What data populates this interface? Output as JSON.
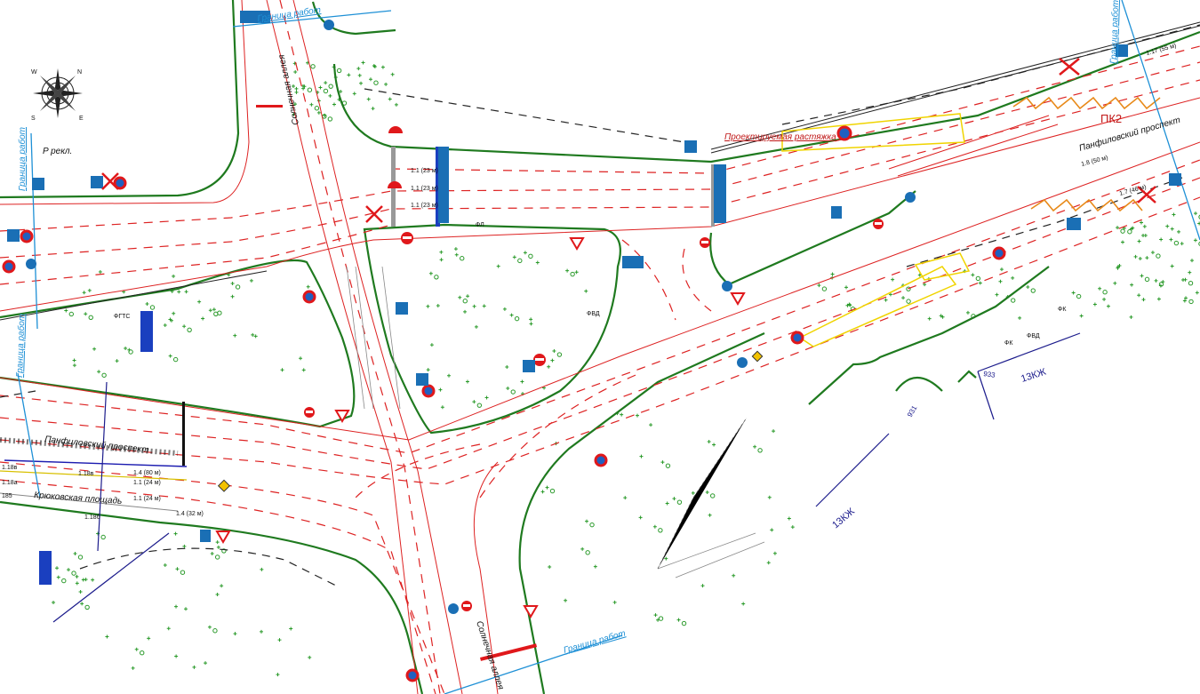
{
  "drawing": {
    "boundary_label": "Граница работ",
    "main_road": "Панфиловский проспект",
    "picket": "ПК2",
    "projected_stretch": "Проектируемая растяжка",
    "square": "Крюковская площадь",
    "side_road": "Солнечная аллея",
    "parcel_codes": [
      "13КЖ",
      "13КЖ"
    ],
    "plot_numbers": [
      "931",
      "933"
    ],
    "ad_label": "P рекл.",
    "lane_labels": [
      "1.1 (23 м)",
      "1.1 (23 м)",
      "1.1 (23 м)",
      "1.8 (50 м)",
      "1.1 (24 м)",
      "1.1 (24 м)",
      "1.4 (80 м)",
      "1.4 (32 м)",
      "1.7 (46 м)",
      "1.17 (55 м)"
    ],
    "small_marks": [
      "1.18в",
      "1.18в",
      "1.18а",
      "185",
      "1.18б",
      "ФВД",
      "ФЛ",
      "ФК",
      "ФГТС",
      "ФВД",
      "ФК"
    ],
    "compass": [
      "N",
      "W",
      "S",
      "E"
    ]
  },
  "colors": {
    "curb": "#1f7a1f",
    "marking": "#d22222",
    "boundary": "#1e90d6",
    "cadastral": "#1c1c8c",
    "sign_blue": "#1a6fb5"
  }
}
